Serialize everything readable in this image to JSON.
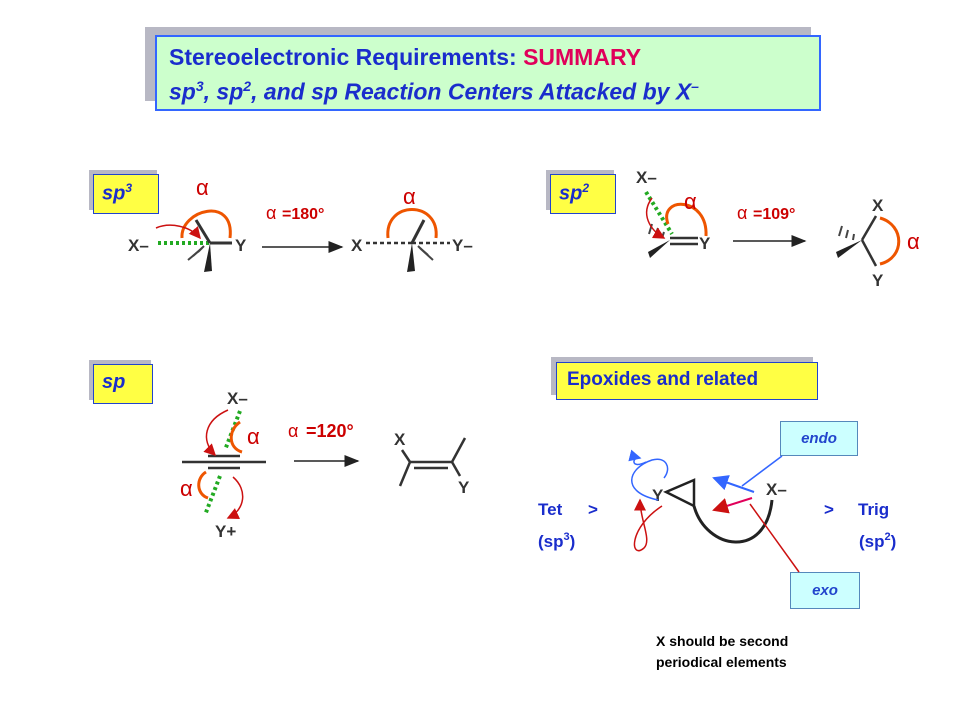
{
  "title": {
    "line1_prefix": "Stereoelectronic Requirements: ",
    "line1_highlight": "SUMMARY",
    "line2_a": "sp",
    "line2_sup1": "3",
    "line2_b": ", sp",
    "line2_sup2": "2",
    "line2_c": ", and sp Reaction Centers Attacked by X",
    "line2_sup3": "–"
  },
  "tags": {
    "sp3": {
      "base": "sp",
      "sup": "3"
    },
    "sp2": {
      "base": "sp",
      "sup": "2"
    },
    "sp": {
      "base": "sp"
    },
    "epoxides": "Epoxides and related"
  },
  "atoms": {
    "x": "X",
    "x_minus": "X–",
    "y": "Y",
    "y_minus": "Y–",
    "y_plus": "Y+",
    "alpha": "α"
  },
  "angles": {
    "sp3": "=180°",
    "sp2": "=109°",
    "sp": "=120°"
  },
  "epoxide": {
    "tet": "Tet",
    "tet_hyb": "(sp3)",
    "trig": "Trig",
    "trig_hyb": "(sp2)",
    "gt": ">",
    "endo": "endo",
    "exo": "exo"
  },
  "note": {
    "line1": "X should be second",
    "line2": "periodical elements"
  },
  "colors": {
    "title_text": "#1a2dcc",
    "highlight": "#e0005a",
    "alpha_red": "#cc0000",
    "arc_orange": "#ee5500",
    "green_dots": "#22aa22",
    "blue_arrow": "#3366ff"
  }
}
